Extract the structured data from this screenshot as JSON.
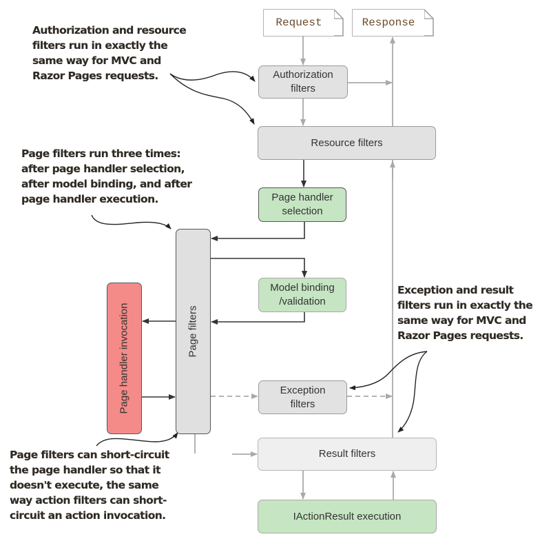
{
  "documents": {
    "request": "Request",
    "response": "Response"
  },
  "boxes": {
    "authorization": "Authorization\nfilters",
    "resource": "Resource filters",
    "page_handler_selection": "Page handler\nselection",
    "model_binding": "Model binding\n/validation",
    "page_filters": "Page filters",
    "page_handler_invocation": "Page handler invocation",
    "exception": "Exception\nfilters",
    "result": "Result filters",
    "iactionresult": "IActionResult execution"
  },
  "annotations": {
    "auth_resource": "Authorization and resource\nfilters run in exactly the\nsame way for MVC and\nRazor Pages requests.",
    "page_filters_three_times": "Page filters run three times:\nafter page handler selection,\nafter model binding, and after\npage handler execution.",
    "exception_result": "Exception and result\nfilters run in exactly the\nsame way for MVC and\nRazor Pages requests.",
    "short_circuit": "Page filters can short-circuit\nthe page handler so that it\ndoesn't execute, the same\nway action filters can short-\ncircuit an action invocation."
  },
  "colors": {
    "green": "#c6e5c3",
    "red": "#f58b88",
    "gray": "#e2e2e2",
    "light_gray": "#efefef",
    "arrow_dark": "#333333",
    "arrow_light": "#a9a9a9"
  }
}
